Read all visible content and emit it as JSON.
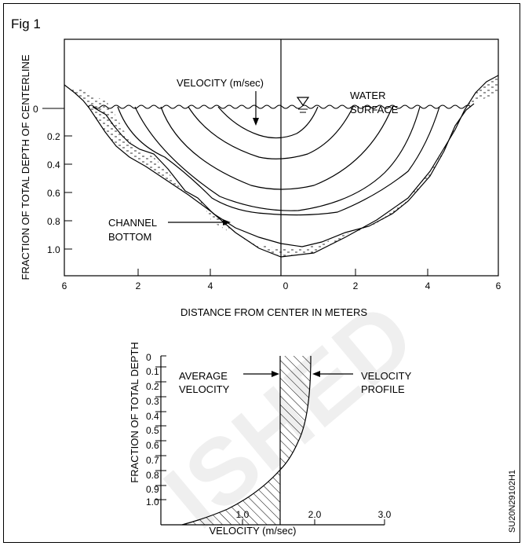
{
  "figure": {
    "label": "Fig 1",
    "code": "SU20N29102H1",
    "watermark": "ISHED"
  },
  "cross_section": {
    "y_axis_title": "FRACTION OF TOTAL DEPTH OF CENTERLINE",
    "x_axis_title": "DISTANCE FROM CENTER IN METERS",
    "y_ticks": [
      "0",
      "0.2",
      "0.4",
      "0.6",
      "0.8",
      "1.0"
    ],
    "x_ticks": [
      "6",
      "2",
      "4",
      "0",
      "2",
      "4",
      "6"
    ],
    "velocity_label": "VELOCITY (m/sec)",
    "water_surface_label_1": "WATER",
    "water_surface_label_2": "SURFACE",
    "channel_bottom_label_1": "CHANNEL",
    "channel_bottom_label_2": "BOTTOM"
  },
  "profile_chart": {
    "y_axis_title": "FRACTION OF TOTAL DEPTH",
    "x_axis_title": "VELOCITY (m/sec)",
    "y_ticks": [
      "0",
      "0.1",
      "0.2",
      "0.3",
      "0.4",
      "0.5",
      "0.6",
      "0.7",
      "0.8",
      "0.9",
      "1.0"
    ],
    "x_ticks": [
      "1.0",
      "2.0",
      "3.0"
    ],
    "average_label_1": "AVERAGE",
    "average_label_2": "VELOCITY",
    "profile_label_1": "VELOCITY",
    "profile_label_2": "PROFILE"
  },
  "colors": {
    "ink": "#000000",
    "watermark": "#eeeeee"
  }
}
